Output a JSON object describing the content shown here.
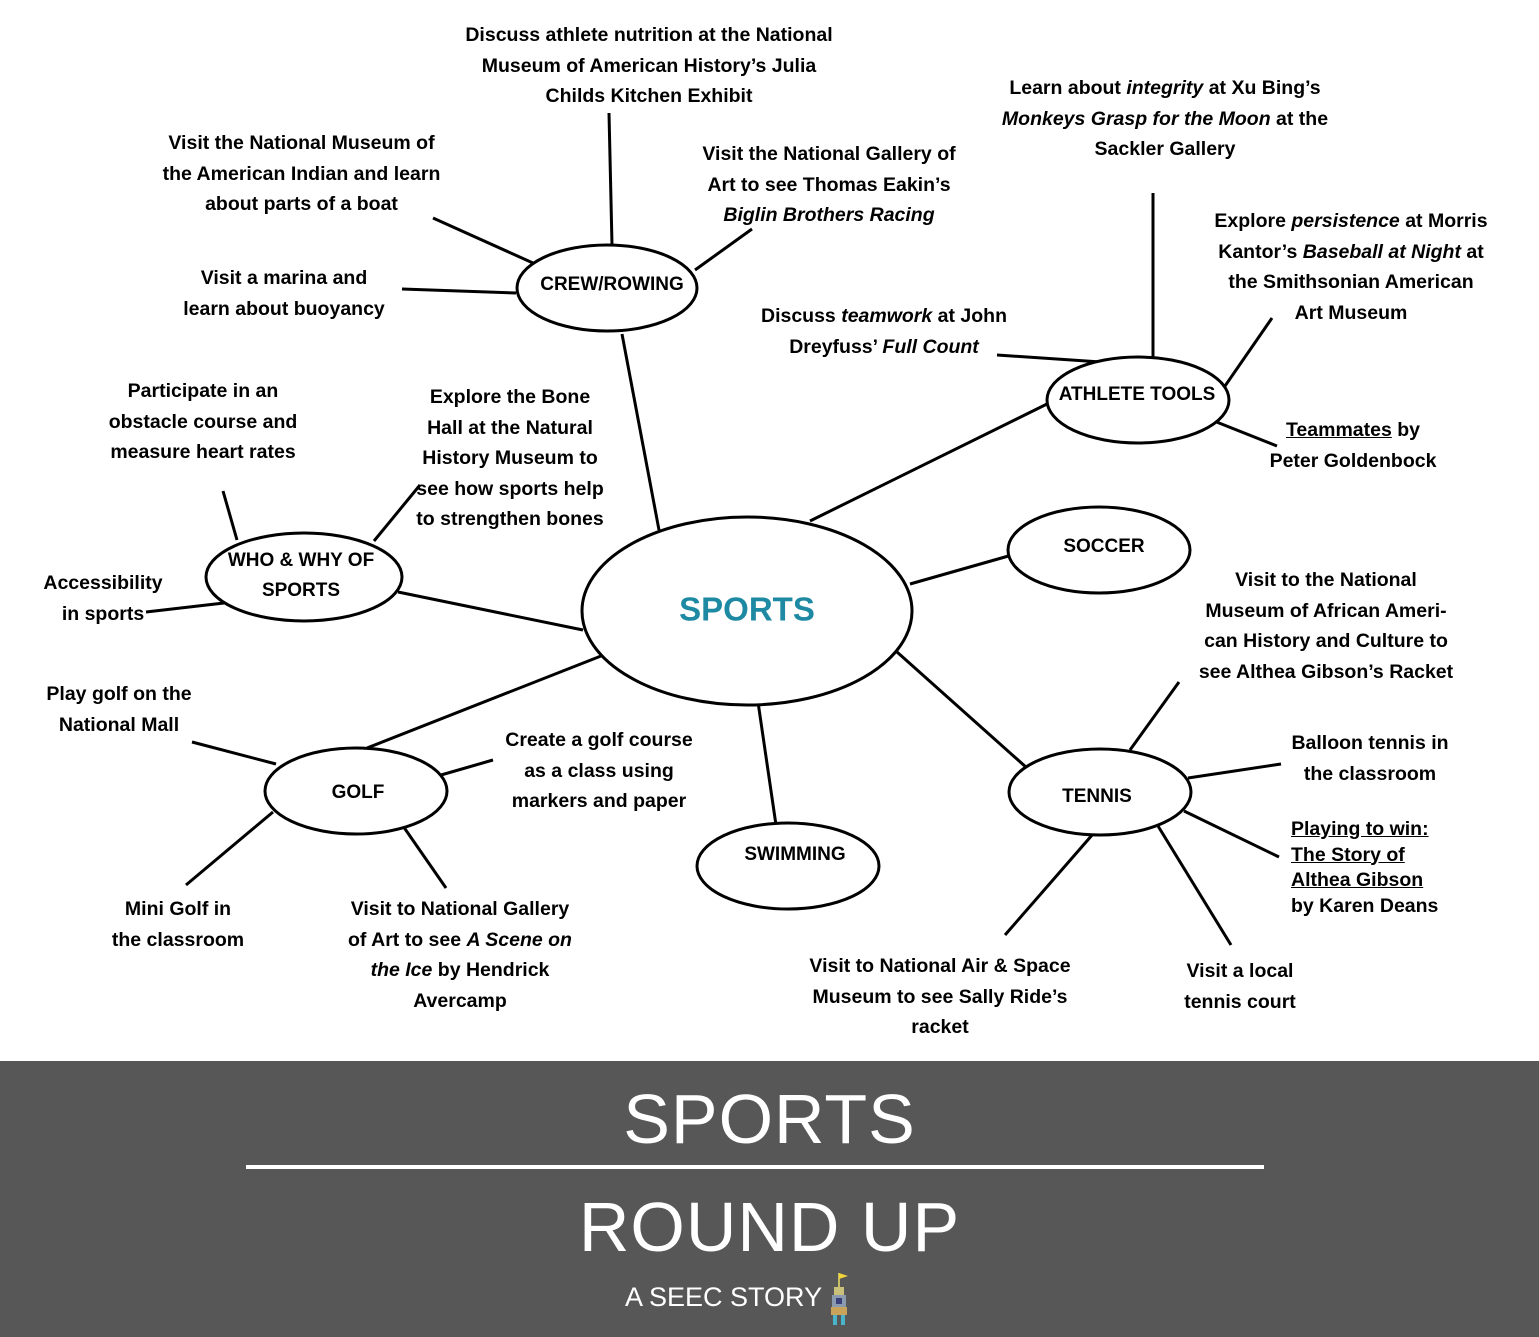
{
  "center": {
    "label": "SPORTS",
    "color": "#1d89a3"
  },
  "nodes": [
    {
      "id": "crew",
      "label": "CREW/ROWING"
    },
    {
      "id": "athlete",
      "label": "ATHLETE TOOLS"
    },
    {
      "id": "soccer",
      "label": "SOCCER"
    },
    {
      "id": "who",
      "label_lines": [
        "WHO & WHY OF",
        "SPORTS"
      ]
    },
    {
      "id": "golf",
      "label": "GOLF"
    },
    {
      "id": "swimming",
      "label": "SWIMMING"
    },
    {
      "id": "tennis",
      "label": "TENNIS"
    }
  ],
  "notes": {
    "crew": {
      "nutrition": [
        [
          {
            "t": "Discuss athlete nutrition at the National"
          }
        ],
        [
          {
            "t": "Museum of American History’s Julia"
          }
        ],
        [
          {
            "t": "Childs Kitchen Exhibit"
          }
        ]
      ],
      "indian": [
        [
          {
            "t": "Visit the National Museum of"
          }
        ],
        [
          {
            "t": "the American Indian and learn"
          }
        ],
        [
          {
            "t": "about parts of a boat"
          }
        ]
      ],
      "eakins": [
        [
          {
            "t": "Visit the National Gallery of"
          }
        ],
        [
          {
            "t": "Art to see Thomas Eakin’s"
          }
        ],
        [
          {
            "t": "Biglin Brothers Racing",
            "s": "em"
          }
        ]
      ],
      "marina": [
        [
          {
            "t": "Visit a marina and"
          }
        ],
        [
          {
            "t": "learn about buoyancy"
          }
        ]
      ]
    },
    "athlete": {
      "xubing": [
        [
          {
            "t": "Learn about "
          },
          {
            "t": "integrity",
            "s": "em"
          },
          {
            "t": " at Xu Bing’s"
          }
        ],
        [
          {
            "t": "Monkeys Grasp for the Moon",
            "s": "em"
          },
          {
            "t": " at the"
          }
        ],
        [
          {
            "t": "Sackler Gallery"
          }
        ]
      ],
      "kantor": [
        [
          {
            "t": "Explore "
          },
          {
            "t": "persistence",
            "s": "em"
          },
          {
            "t": " at Morris"
          }
        ],
        [
          {
            "t": "Kantor’s "
          },
          {
            "t": "Baseball at Night",
            "s": "em"
          },
          {
            "t": " at"
          }
        ],
        [
          {
            "t": "the Smithsonian American"
          }
        ],
        [
          {
            "t": "Art Museum"
          }
        ]
      ],
      "dreyfuss": [
        [
          {
            "t": "Discuss "
          },
          {
            "t": "teamwork",
            "s": "em"
          },
          {
            "t": " at John"
          }
        ],
        [
          {
            "t": "Dreyfuss’ "
          },
          {
            "t": "Full Count",
            "s": "em"
          }
        ]
      ],
      "teammates": [
        [
          {
            "t": "Teammates",
            "s": "ul"
          },
          {
            "t": " by"
          }
        ],
        [
          {
            "t": "Peter Goldenbock"
          }
        ]
      ]
    },
    "who": {
      "obstacle": [
        [
          {
            "t": "Participate in an"
          }
        ],
        [
          {
            "t": "obstacle course and"
          }
        ],
        [
          {
            "t": "measure heart rates"
          }
        ]
      ],
      "bone": [
        [
          {
            "t": "Explore the Bone"
          }
        ],
        [
          {
            "t": "Hall at the Natural"
          }
        ],
        [
          {
            "t": "History Museum to"
          }
        ],
        [
          {
            "t": "see how sports help"
          }
        ],
        [
          {
            "t": "to strengthen bones"
          }
        ]
      ],
      "access": [
        [
          {
            "t": "Accessibility"
          }
        ],
        [
          {
            "t": "in sports"
          }
        ]
      ]
    },
    "golf": {
      "mall": [
        [
          {
            "t": "Play golf on the"
          }
        ],
        [
          {
            "t": "National Mall"
          }
        ]
      ],
      "course": [
        [
          {
            "t": "Create a golf course"
          }
        ],
        [
          {
            "t": "as a class using"
          }
        ],
        [
          {
            "t": "markers and paper"
          }
        ]
      ],
      "mini": [
        [
          {
            "t": "Mini Golf in"
          }
        ],
        [
          {
            "t": "the classroom"
          }
        ]
      ],
      "avercamp": [
        [
          {
            "t": "Visit to National Gallery"
          }
        ],
        [
          {
            "t": "of Art to see "
          },
          {
            "t": "A Scene on",
            "s": "em"
          }
        ],
        [
          {
            "t": "the Ice",
            "s": "em"
          },
          {
            "t": " by Hendrick"
          }
        ],
        [
          {
            "t": "Avercamp"
          }
        ]
      ]
    },
    "tennis": {
      "gibson_racket": [
        [
          {
            "t": "Visit to the National"
          }
        ],
        [
          {
            "t": "Museum of African Ameri-"
          }
        ],
        [
          {
            "t": "can History and Culture to"
          }
        ],
        [
          {
            "t": "see Althea Gibson’s Racket"
          }
        ]
      ],
      "balloon": [
        [
          {
            "t": "Balloon tennis in"
          }
        ],
        [
          {
            "t": "the classroom"
          }
        ]
      ],
      "book": [
        [
          {
            "t": "Playing to win:",
            "s": "ul"
          }
        ],
        [
          {
            "t": "The Story of",
            "s": "ul"
          }
        ],
        [
          {
            "t": "Althea Gibson",
            "s": "ul"
          }
        ],
        [
          {
            "t": "by Karen Deans"
          }
        ]
      ],
      "court": [
        [
          {
            "t": "Visit a local"
          }
        ],
        [
          {
            "t": "tennis court"
          }
        ]
      ],
      "ride": [
        [
          {
            "t": "Visit to National Air & Space"
          }
        ],
        [
          {
            "t": "Museum to see Sally Ride’s"
          }
        ],
        [
          {
            "t": "racket"
          }
        ]
      ]
    }
  },
  "footer": {
    "title": "SPORTS",
    "subtitle": "ROUND UP",
    "tagline": "A SEEC STORY",
    "background": "#575757",
    "icon": "castle-icon"
  }
}
